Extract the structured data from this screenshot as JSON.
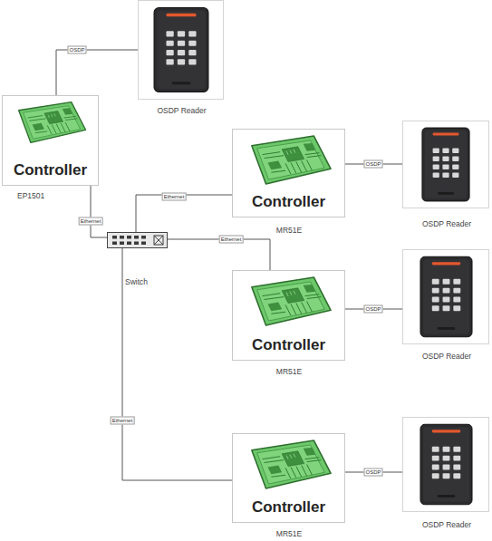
{
  "diagram": {
    "nodes": [
      {
        "text": [
          "OSDP Reader"
        ]
      },
      {
        "text": [
          "Controller",
          "EP1501"
        ]
      },
      {
        "text": [
          "Controller",
          "MR51E"
        ]
      },
      {
        "text": [
          "OSDP Reader"
        ]
      },
      {
        "text": [
          "Switch"
        ]
      },
      {
        "text": [
          "Controller",
          "MR51E"
        ]
      },
      {
        "text": [
          "OSDP Reader"
        ]
      },
      {
        "text": [
          "Controller",
          "MR51E"
        ]
      },
      {
        "text": [
          "OSDP Reader"
        ]
      }
    ],
    "edges": [
      {
        "from": 1,
        "to": 0,
        "label": "OSDP",
        "arrow": "none"
      },
      {
        "from": 1,
        "to": 4,
        "label": "Ethernet",
        "arrow": "none"
      },
      {
        "from": 4,
        "to": 2,
        "label": "Ethernet",
        "arrow": "none"
      },
      {
        "from": 2,
        "to": 3,
        "label": "OSDP",
        "arrow": "none"
      },
      {
        "from": 4,
        "to": 5,
        "label": "Ethernet",
        "arrow": "none"
      },
      {
        "from": 5,
        "to": 6,
        "label": "OSDP",
        "arrow": "none"
      },
      {
        "from": 4,
        "to": 7,
        "label": "Ethernet",
        "arrow": "none"
      },
      {
        "from": 7,
        "to": 8,
        "label": "OSDP",
        "arrow": "none"
      }
    ]
  }
}
